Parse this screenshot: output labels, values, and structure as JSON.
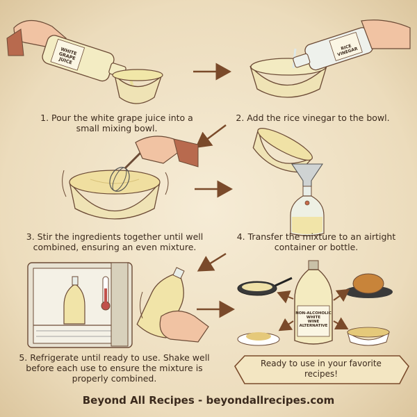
{
  "steps": [
    {
      "text": "1. Pour the white grape juice into a small mixing bowl."
    },
    {
      "text": "2. Add the rice vinegar to the bowl."
    },
    {
      "text": "3. Stir the ingredients together until well combined, ensuring an even mixture."
    },
    {
      "text": "4. Transfer the mixture to an airtight container or bottle."
    },
    {
      "text": "5. Refrigerate until ready to use. Shake well before each use to ensure the mixture is properly combined."
    }
  ],
  "labels": {
    "grape_juice_bottle": "WHITE GRAPE JUICE",
    "rice_vinegar_bottle": "RICE VINEGAR",
    "final_bottle": "NON-ALCOHOLIC WHITE WINE ALTERNATIVE"
  },
  "banner": {
    "text": "Ready to use in your favorite recipes!"
  },
  "footer": {
    "text": "Beyond All Recipes - beyondallrecipes.com"
  }
}
